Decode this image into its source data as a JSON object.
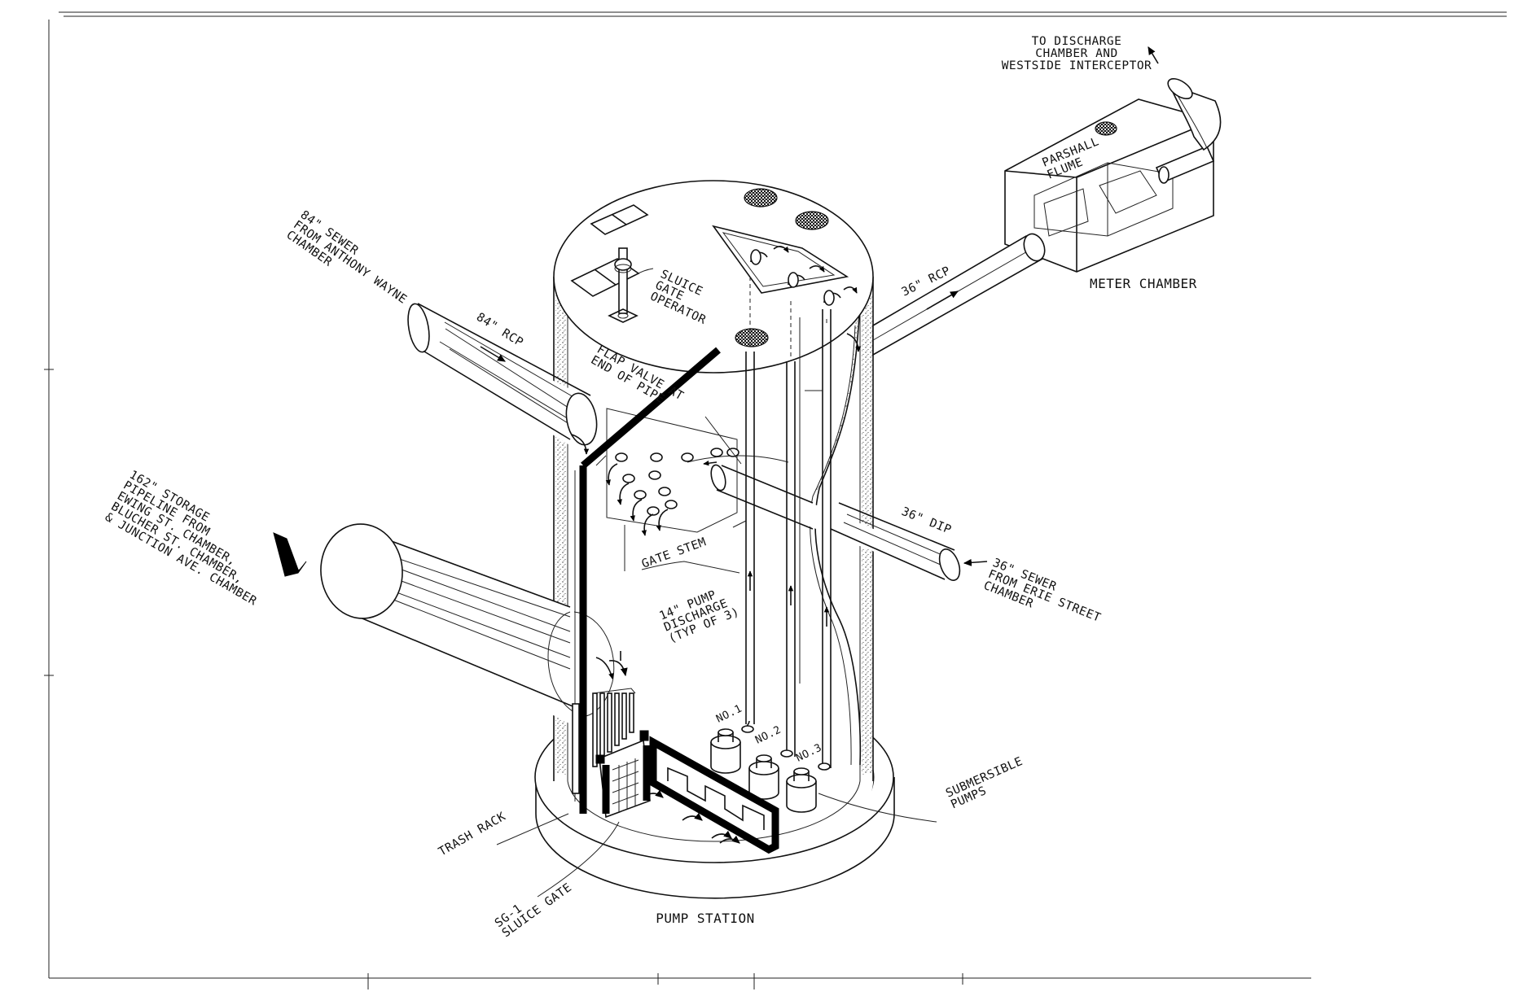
{
  "labels": {
    "to_discharge": [
      "TO DISCHARGE",
      "CHAMBER AND",
      "WESTSIDE INTERCEPTOR"
    ],
    "parshall_flume": [
      "PARSHALL",
      "FLUME"
    ],
    "meter_chamber": "METER CHAMBER",
    "rcp_36": "36\" RCP",
    "sewer_84": [
      "84\" SEWER",
      "FROM ANTHONY WAYNE",
      "CHAMBER"
    ],
    "rcp_84": "84\" RCP",
    "sluice_gate_operator": [
      "SLUICE",
      "GATE",
      "OPERATOR"
    ],
    "flap_valve": [
      "FLAP VALVE AT",
      "END OF PIPE"
    ],
    "storage_pipeline": [
      "162\" STORAGE",
      "PIPELINE FROM",
      "EWING ST. CHAMBER,",
      "BLUCHER ST. CHAMBER,",
      "& JUNCTION AVE. CHAMBER"
    ],
    "gate_stem": "GATE STEM",
    "dip_36": "36\" DIP",
    "sewer_36": [
      "36\" SEWER",
      "FROM ERIE STREET",
      "CHAMBER"
    ],
    "pump_discharge": [
      "14\" PUMP",
      "DISCHARGE",
      "(TYP OF 3)"
    ],
    "pump_no1": "NO.1",
    "pump_no2": "NO.2",
    "pump_no3": "NO.3",
    "submersible_pumps": [
      "SUBMERSIBLE",
      "PUMPS"
    ],
    "trash_rack": "TRASH RACK",
    "sluice_gate_sg1": [
      "SG-1",
      "SLUICE GATE"
    ],
    "pump_station": "PUMP STATION"
  },
  "colors": {
    "ink": "#111111",
    "paper": "#ffffff"
  }
}
